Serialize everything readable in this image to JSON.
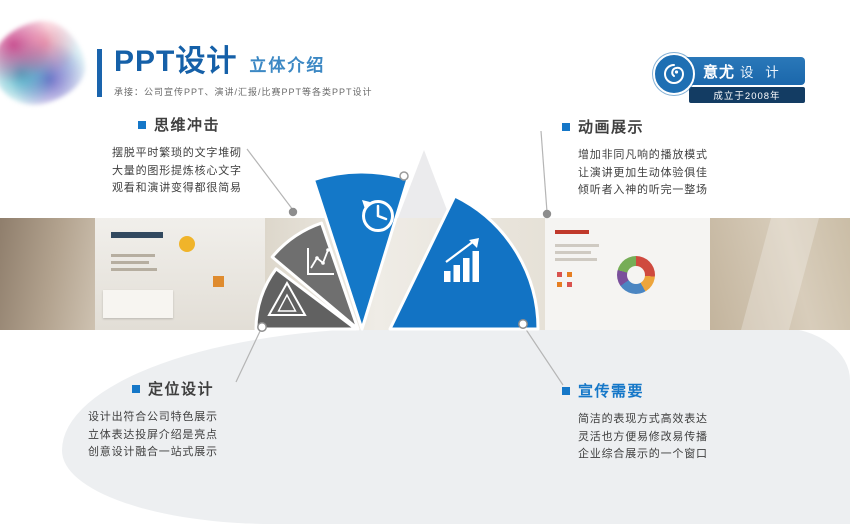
{
  "header": {
    "title": "PPT设计",
    "subtitle": "立体介绍",
    "tagline": "承接：公司宣传PPT、演讲/汇报/比赛PPT等各类PPT设计"
  },
  "badge": {
    "brand_bold": "意尤",
    "brand_light": "设 计",
    "since": "成立于2008年"
  },
  "sections": {
    "top_left": {
      "title": "思维冲击",
      "lines": [
        "摆脱平时繁琐的文字堆砌",
        "大量的图形提炼核心文字",
        "观看和演讲变得都很简易"
      ]
    },
    "top_right": {
      "title": "动画展示",
      "lines": [
        "增加非同凡响的播放模式",
        "让演讲更加生动体验俱佳",
        "倾听者入神的听完一整场"
      ]
    },
    "bottom_left": {
      "title": "定位设计",
      "lines": [
        "设计出符合公司特色展示",
        "立体表达投屏介绍是亮点",
        "创意设计融合一站式展示"
      ]
    },
    "bottom_right": {
      "title": "宣传需要",
      "lines": [
        "简洁的表现方式高效表达",
        "灵活也方便易修改易传播",
        "企业综合展示的一个窗口"
      ]
    }
  },
  "fan": {
    "segments": [
      {
        "icon": "pyramid-icon",
        "color": "#616161"
      },
      {
        "icon": "line-chart-icon",
        "color": "#6f6f6f"
      },
      {
        "icon": "history-clock-icon",
        "color": "#1478c8"
      },
      {
        "icon": "bar-growth-icon",
        "color": "#1273c4"
      }
    ]
  },
  "colors": {
    "accent_blue": "#1577c8",
    "title_blue": "#1560a8",
    "badge_navy": "#133c63",
    "text_gray": "#3f3f3f",
    "connector_gray": "#b5b5b5"
  }
}
